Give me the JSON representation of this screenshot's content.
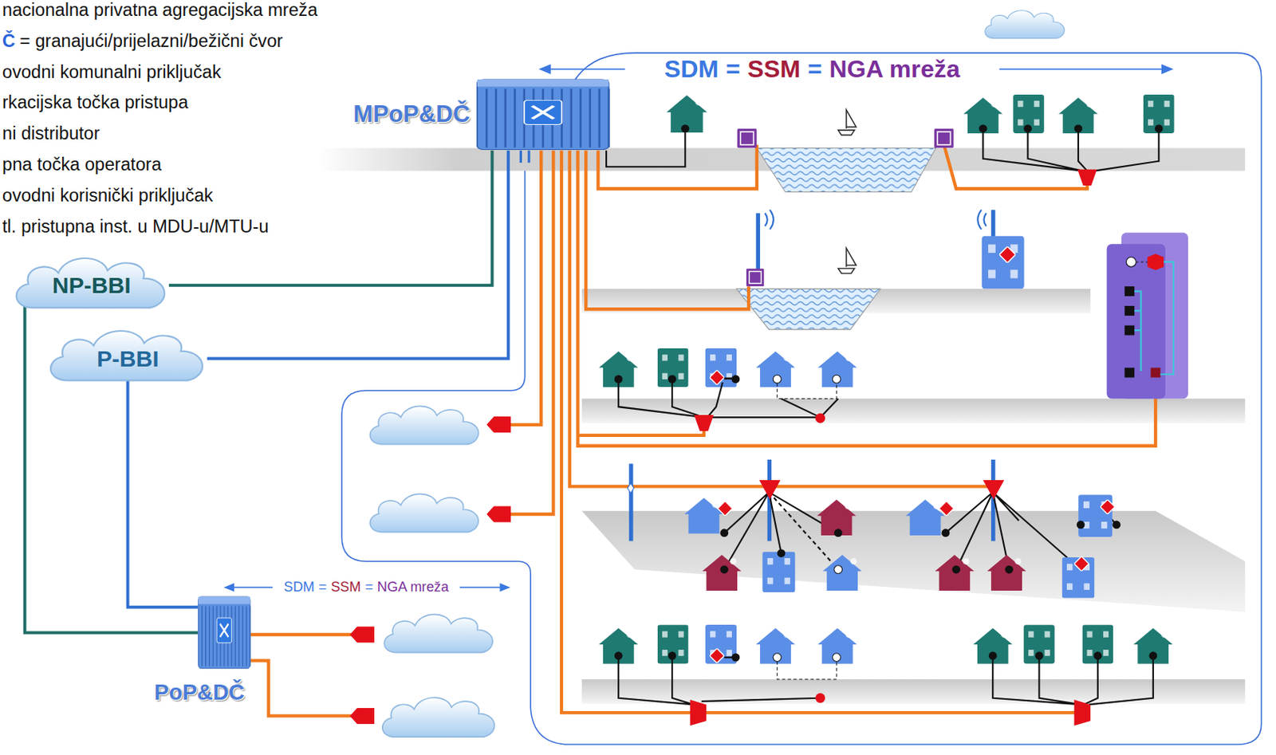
{
  "diagram": {
    "nodes": [
      {
        "text": [
          "MPoP&DČ"
        ]
      },
      {
        "text": [
          "NP-BBI"
        ]
      },
      {
        "text": [
          "P-BBI"
        ]
      },
      {
        "text": [
          "PoP&DČ"
        ]
      }
    ],
    "edges": [
      {
        "from": 1,
        "to": 0,
        "arrow": "none"
      },
      {
        "from": 2,
        "to": 0,
        "arrow": "none"
      },
      {
        "from": 1,
        "to": 3,
        "arrow": "none"
      },
      {
        "from": 2,
        "to": 3,
        "arrow": "none"
      }
    ],
    "labels": [
      "nacionalna privatna agregacijska mreža",
      "Č",
      "= granajući/prijelazni/bežični čvor",
      "ovodni komunalni priključak",
      "rkacijska točka pristupa",
      "ni distributor",
      "pna točka operatora",
      "ovodni korisnički priključak",
      "tl. pristupna inst. u MDU-u/MTU-u",
      "SDM",
      "=",
      "SSM",
      "=",
      "NGA mreža",
      "SDM",
      "=",
      "SSM",
      "=",
      "NGA mreža"
    ]
  }
}
